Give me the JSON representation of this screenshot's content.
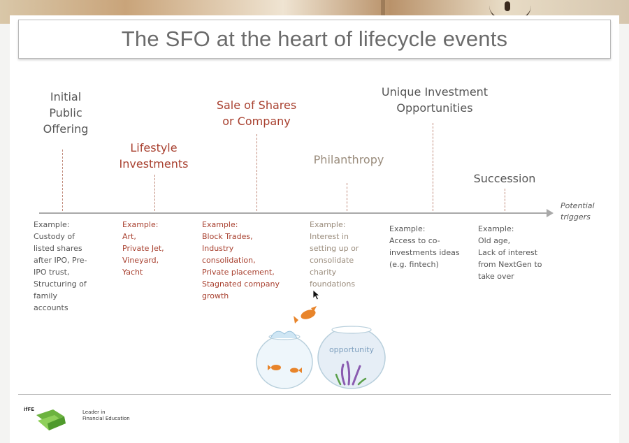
{
  "title": "The SFO at the heart of lifecycle events",
  "axis_label": [
    "Potential",
    "triggers"
  ],
  "events": [
    {
      "label": [
        "Initial",
        "Public",
        "Offering"
      ],
      "color": "dark",
      "example": [
        "Example:",
        "Custody of",
        "listed shares",
        "after IPO, Pre-",
        "IPO trust,",
        "Structuring of",
        "family",
        "accounts"
      ]
    },
    {
      "label": [
        "Lifestyle",
        "Investments"
      ],
      "color": "red",
      "example": [
        "Example:",
        "Art,",
        "Private Jet,",
        "Vineyard,",
        "Yacht"
      ]
    },
    {
      "label": [
        "Sale of Shares",
        "or Company"
      ],
      "color": "red",
      "example": [
        "Example:",
        "Block Trades,",
        "Industry",
        "consolidation,",
        "Private placement,",
        "Stagnated company",
        "growth"
      ]
    },
    {
      "label": [
        "Philanthropy"
      ],
      "color": "tan",
      "example": [
        "Example:",
        "Interest in",
        "setting up or",
        "consolidate",
        "charity",
        "foundations"
      ]
    },
    {
      "label": [
        "Unique Investment",
        "Opportunities"
      ],
      "color": "dark",
      "example": [
        "Example:",
        "Access to co-",
        "investments ideas",
        "(e.g. fintech)"
      ]
    },
    {
      "label": [
        "Succession"
      ],
      "color": "dark",
      "example": [
        "Example:",
        "Old age,",
        "Lack of interest",
        "from NextGen to",
        "take over"
      ]
    }
  ],
  "illustration": {
    "bowl_text": "opportunity"
  },
  "footer": {
    "logo_text": "ifFE",
    "tagline": [
      "Leader in",
      "Financial Education"
    ]
  },
  "colors": {
    "dark": "#555555",
    "red": "#a8402f",
    "tan": "#9a8c7c",
    "logo_green": "#6cb33f"
  }
}
